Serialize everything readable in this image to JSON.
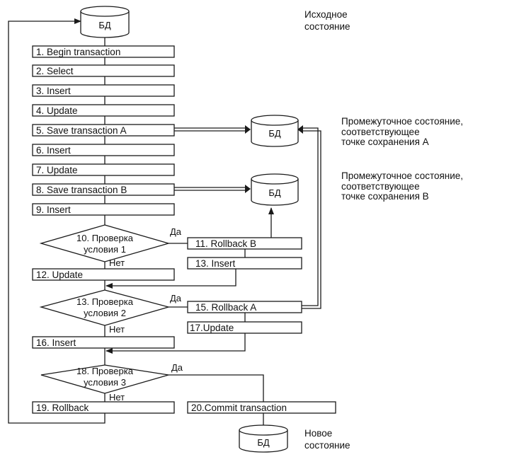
{
  "db": "БД",
  "notes": {
    "initial": [
      "Исходное",
      "состояние"
    ],
    "savepoint_a": [
      "Промежуточное состояние,",
      "соответствующее",
      "точке сохранения А"
    ],
    "savepoint_b": [
      "Промежуточное состояние,",
      "соответствующее",
      "точке сохранения В"
    ],
    "final": [
      "Новое",
      "состояние"
    ]
  },
  "steps": {
    "s1": "1. Begin transaction",
    "s2": "2. Select",
    "s3": "3. Insert",
    "s4": "4. Update",
    "s5": "5. Save transaction A",
    "s6": "6. Insert",
    "s7": "7. Update",
    "s8": "8. Save transaction B",
    "s9": "9. Insert",
    "s11": "11. Rollback B",
    "s12": "12. Update",
    "s13": "13. Insert",
    "s15": "15. Rollback A",
    "s16": "16. Insert",
    "s17": "17.Update",
    "s19": "19. Rollback",
    "s20": "20.Commit transaction"
  },
  "decisions": {
    "d10": [
      "10. Проверка",
      "условия 1"
    ],
    "d13": [
      "13. Проверка",
      "условия 2"
    ],
    "d18": [
      "18. Проверка",
      "условия 3"
    ]
  },
  "branch_labels": {
    "yes": "Да",
    "no": "Нет"
  }
}
